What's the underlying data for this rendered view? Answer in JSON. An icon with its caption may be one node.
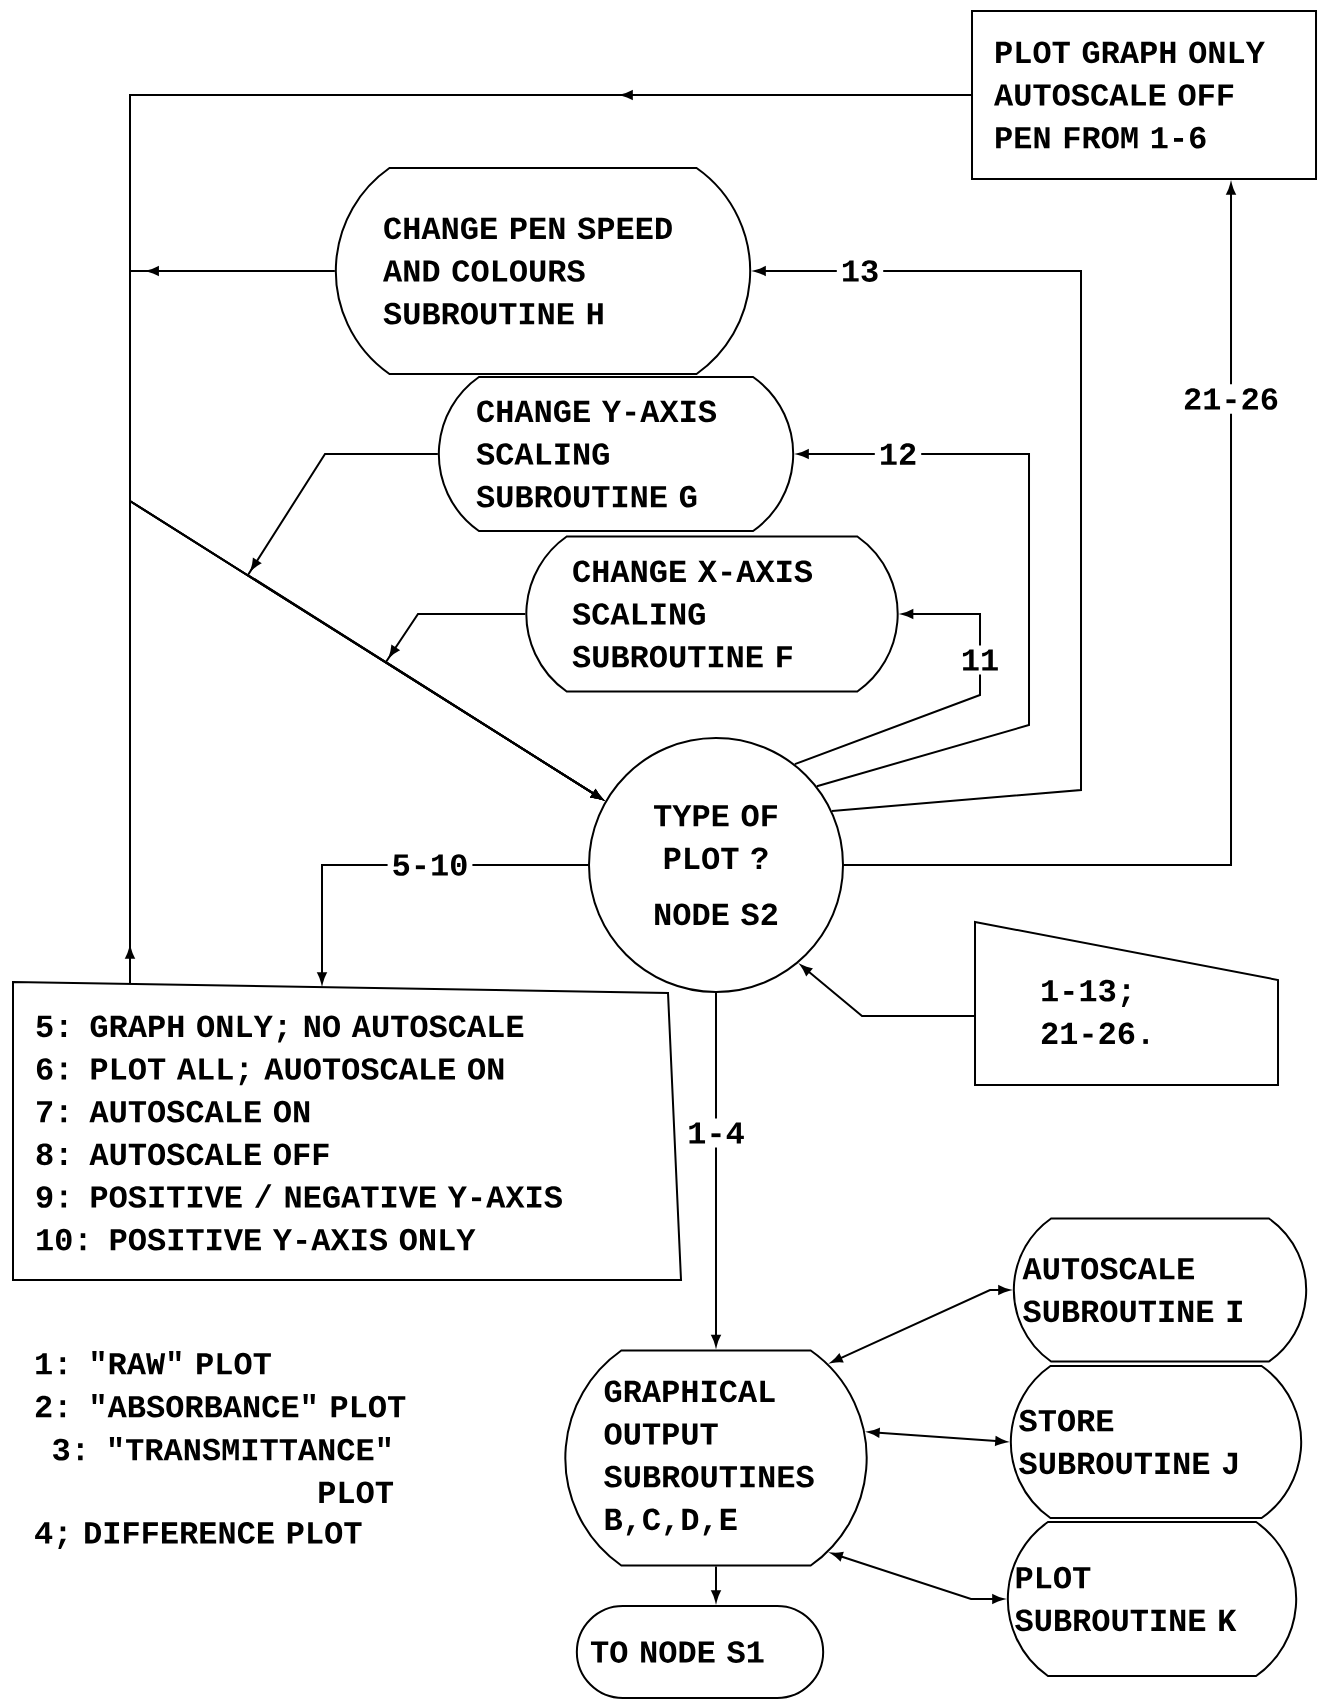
{
  "diagram": {
    "nodes": [
      {
        "text": [
          "PLOT GRAPH ONLY AUTOSCALE OFF PEN FROM 1-6"
        ]
      },
      {
        "text": [
          "CHANGE PEN SPEED AND COLOURS SUBROUTINE H"
        ]
      },
      {
        "text": [
          "CHANGE Y-AXIS SCALING SUBROUTINE G"
        ]
      },
      {
        "text": [
          "CHANGE X-AXIS SCALING SUBROUTINE F"
        ]
      },
      {
        "text": [
          "TYPE OF PLOT ?",
          "NODE S2"
        ]
      },
      {
        "text": [
          "5: GRAPH ONLY; NO AUTOSCALE",
          "6: PLOT ALL; AUOTOSCALE ON",
          "7: AUTOSCALE ON",
          "8: AUTOSCALE OFF",
          "9: POSITIVE / NEGATIVE Y-AXIS",
          "10: POSITIVE Y-AXIS ONLY"
        ]
      },
      {
        "text": [
          "1-13; 21-26."
        ]
      },
      {
        "text": [
          "GRAPHICAL OUTPUT SUBROUTINES B,C,D,E"
        ]
      },
      {
        "text": [
          "AUTOSCALE SUBROUTINE I"
        ]
      },
      {
        "text": [
          "STORE SUBROUTINE J"
        ]
      },
      {
        "text": [
          "PLOT SUBROUTINE K"
        ]
      },
      {
        "text": [
          "TO NODE S1"
        ]
      }
    ],
    "edges": [
      {
        "from": 4,
        "to": 0,
        "arrow": "to",
        "label": "21-26"
      },
      {
        "from": 4,
        "to": 1,
        "arrow": "to",
        "label": "13"
      },
      {
        "from": 4,
        "to": 2,
        "arrow": "to",
        "label": "12"
      },
      {
        "from": 4,
        "to": 3,
        "arrow": "to",
        "label": "11"
      },
      {
        "from": 4,
        "to": 5,
        "arrow": "to",
        "label": "5-10"
      },
      {
        "from": 4,
        "to": 7,
        "arrow": "to",
        "label": "1-4"
      },
      {
        "from": 6,
        "to": 4,
        "arrow": "to"
      },
      {
        "from": 0,
        "to": 4,
        "arrow": "to"
      },
      {
        "from": 1,
        "to": 4,
        "arrow": "to"
      },
      {
        "from": 2,
        "to": 4,
        "arrow": "to"
      },
      {
        "from": 3,
        "to": 4,
        "arrow": "to"
      },
      {
        "from": 5,
        "to": 4,
        "arrow": "to"
      },
      {
        "from": 7,
        "to": 8,
        "arrow": "both"
      },
      {
        "from": 7,
        "to": 9,
        "arrow": "both"
      },
      {
        "from": 7,
        "to": 10,
        "arrow": "both"
      },
      {
        "from": 7,
        "to": 11,
        "arrow": "to"
      }
    ],
    "labels": [
      "1: \"RAW\" PLOT",
      "2: \"ABSORBANCE\" PLOT",
      "3: \"TRANSMITTANCE\" PLOT",
      "4; DIFFERENCE PLOT"
    ]
  }
}
